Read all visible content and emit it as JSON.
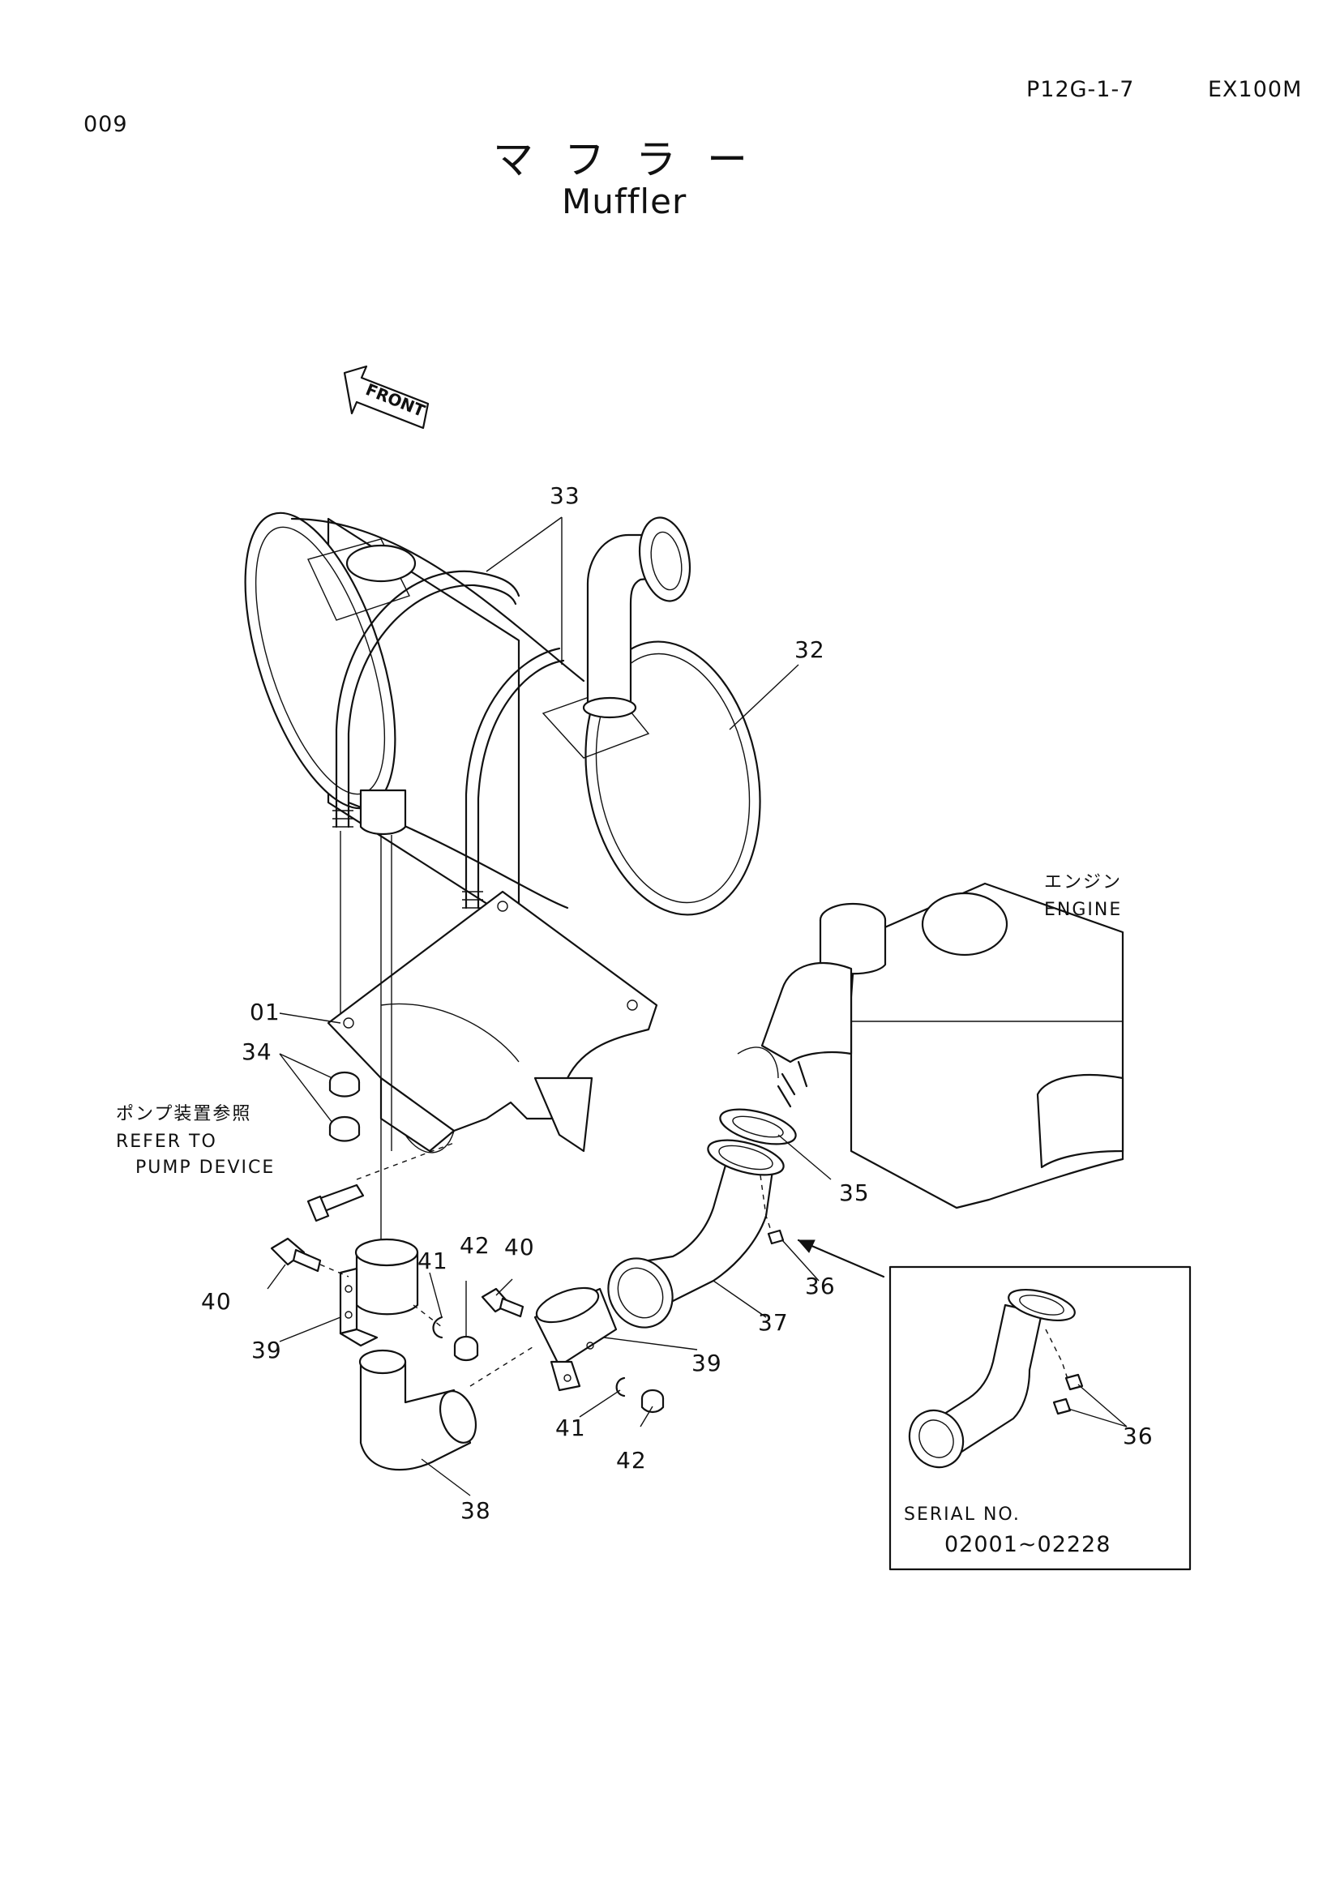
{
  "header": {
    "page_number": "009",
    "page_code": "P12G-1-7",
    "model": "EX100M"
  },
  "title": {
    "japanese": "マフラー",
    "english": "Muffler"
  },
  "front_arrow": {
    "label": "FRONT"
  },
  "engine_label": {
    "japanese": "エンジン",
    "english": "ENGINE"
  },
  "pump_note": {
    "japanese": "ポンプ装置参照",
    "line1": "REFER TO",
    "line2": "PUMP DEVICE"
  },
  "callouts": {
    "c01": "01",
    "c32": "32",
    "c33": "33",
    "c34": "34",
    "c35": "35",
    "c36": "36",
    "c37": "37",
    "c38": "38",
    "c39a": "39",
    "c39b": "39",
    "c40a": "40",
    "c40b": "40",
    "c41a": "41",
    "c41b": "41",
    "c42a": "42",
    "c42b": "42",
    "c36_inset": "36"
  },
  "inset": {
    "serial_label": "SERIAL NO.",
    "serial_range": "02001~02228"
  }
}
